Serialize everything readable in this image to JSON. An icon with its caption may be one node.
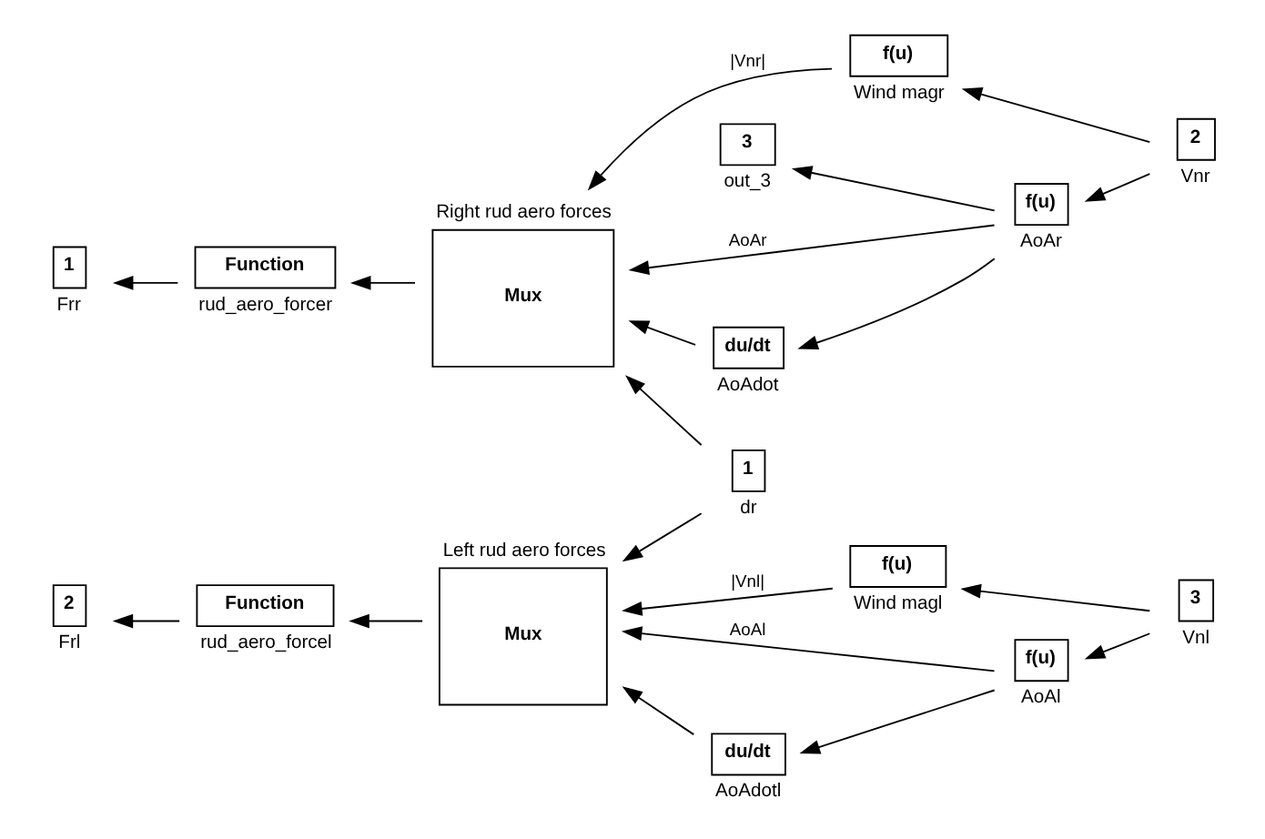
{
  "diagram": {
    "nodes": [
      {
        "text": [
          "3"
        ],
        "beside": [
          "out_3"
        ]
      },
      {
        "text": [
          "1"
        ],
        "beside": [
          "Frr"
        ]
      },
      {
        "text": [
          "Function"
        ],
        "beside": [
          "rud_aero_forcer"
        ]
      },
      {
        "text": [
          "Mux"
        ],
        "beside": [
          "Right rud aero forces"
        ]
      },
      {
        "text": [
          "f(u)"
        ],
        "beside": [
          "Wind magr"
        ]
      },
      {
        "text": [
          "du/dt"
        ],
        "beside": [
          "AoAdot"
        ]
      },
      {
        "text": [
          "f(u)"
        ],
        "beside": [
          "AoAr"
        ]
      },
      {
        "text": [
          "2"
        ],
        "beside": [
          "Vnr"
        ]
      },
      {
        "text": [
          "2"
        ],
        "beside": [
          "Frl"
        ]
      },
      {
        "text": [
          "Function"
        ],
        "beside": [
          "rud_aero_forcel"
        ]
      },
      {
        "text": [
          "Mux"
        ],
        "beside": [
          "Left rud aero forces"
        ]
      },
      {
        "text": [
          "f(u)"
        ],
        "beside": [
          "Wind magl"
        ]
      },
      {
        "text": [
          "du/dt"
        ],
        "beside": [
          "AoAdotl"
        ]
      },
      {
        "text": [
          "f(u)"
        ],
        "beside": [
          "AoAl"
        ]
      },
      {
        "text": [
          "3"
        ],
        "beside": [
          "Vnl"
        ]
      },
      {
        "text": [
          "1"
        ],
        "beside": [
          "dr"
        ]
      }
    ],
    "edges": [
      {
        "from": 2,
        "to": 1,
        "arrow": "to"
      },
      {
        "from": 3,
        "to": 2,
        "arrow": "to"
      },
      {
        "from": 4,
        "to": 3,
        "arrow": "to",
        "label": "|Vnr|"
      },
      {
        "from": 6,
        "to": 3,
        "arrow": "to",
        "label": "AoAr"
      },
      {
        "from": 15,
        "to": 3,
        "arrow": "to"
      },
      {
        "from": 5,
        "to": 3,
        "arrow": "to"
      },
      {
        "from": 6,
        "to": 5,
        "arrow": "to"
      },
      {
        "from": 6,
        "to": 0,
        "arrow": "to"
      },
      {
        "from": 7,
        "to": 4,
        "arrow": "to"
      },
      {
        "from": 7,
        "to": 6,
        "arrow": "to"
      },
      {
        "from": 9,
        "to": 8,
        "arrow": "to"
      },
      {
        "from": 10,
        "to": 9,
        "arrow": "to"
      },
      {
        "from": 11,
        "to": 10,
        "arrow": "to",
        "label": "|Vnl|"
      },
      {
        "from": 13,
        "to": 10,
        "arrow": "to",
        "label": "AoAl"
      },
      {
        "from": 15,
        "to": 10,
        "arrow": "to"
      },
      {
        "from": 12,
        "to": 10,
        "arrow": "to"
      },
      {
        "from": 13,
        "to": 12,
        "arrow": "to"
      },
      {
        "from": 14,
        "to": 11,
        "arrow": "to"
      },
      {
        "from": 14,
        "to": 13,
        "arrow": "to"
      }
    ]
  }
}
